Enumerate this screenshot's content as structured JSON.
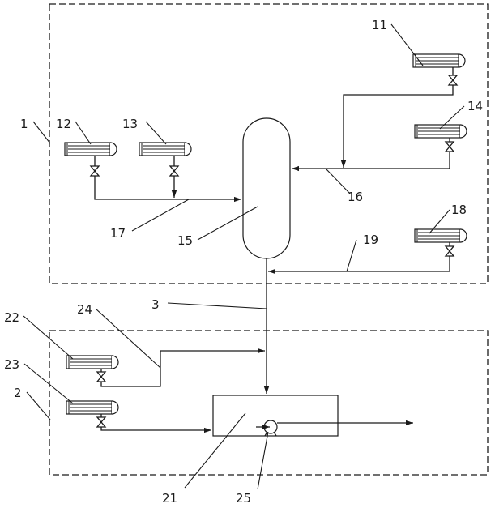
{
  "labels": {
    "l1": "1",
    "l2": "2",
    "l3": "3",
    "l11": "11",
    "l12": "12",
    "l13": "13",
    "l14": "14",
    "l15": "15",
    "l16": "16",
    "l17": "17",
    "l18": "18",
    "l19": "19",
    "l21": "21",
    "l22": "22",
    "l23": "23",
    "l24": "24",
    "l25": "25"
  }
}
